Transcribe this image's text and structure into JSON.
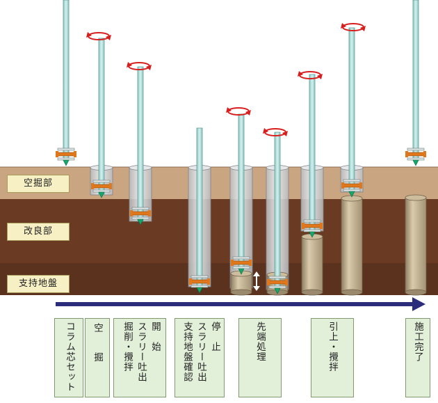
{
  "layers": {
    "empty_dig": "空掘部",
    "improved": "改良部",
    "bearing": "支持地盤"
  },
  "steps": [
    {
      "lines": [
        "コラム芯セット"
      ]
    },
    {
      "lines": [
        "空",
        "掘"
      ]
    },
    {
      "lines": [
        "開　始",
        "スラリー吐出",
        "掘削・攪拌"
      ]
    },
    {
      "lines": [
        "停　止",
        "スラリー吐出",
        "支持地盤確認"
      ]
    },
    {
      "lines": [
        "先端処理"
      ]
    },
    {
      "lines": [
        "引上・攪拌"
      ]
    },
    {
      "lines": [
        "施工完了"
      ]
    }
  ],
  "colors": {
    "sky": "#ffffff",
    "soil_top": "#c7a27f",
    "soil_middle": "#6b3d24",
    "soil_bottom": "#5a3220",
    "rod": "#a8d8d4",
    "column": "#c8b99a",
    "rotation_arrow": "#d91e1e",
    "progress_arrow": "#2a2a7a",
    "clamp": "#e07a1c",
    "bit": "#19a86a"
  }
}
